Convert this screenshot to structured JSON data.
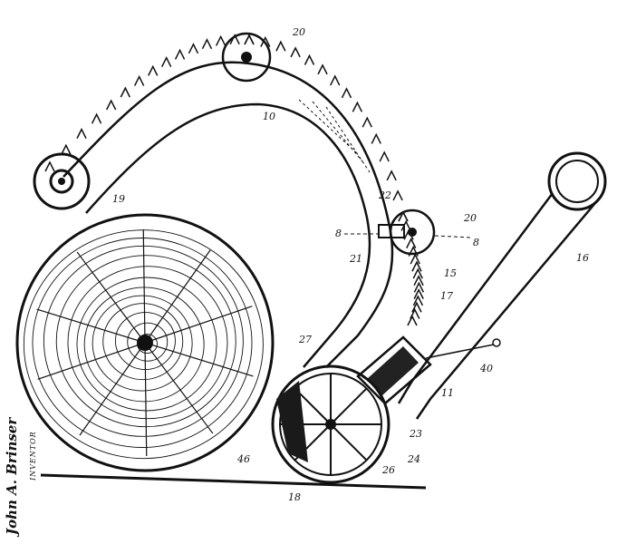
{
  "figure": {
    "labels": [
      {
        "id": "20a",
        "text": "20"
      },
      {
        "id": "10",
        "text": "10"
      },
      {
        "id": "19",
        "text": "19"
      },
      {
        "id": "22",
        "text": "22"
      },
      {
        "id": "20b",
        "text": "20"
      },
      {
        "id": "8a",
        "text": "8"
      },
      {
        "id": "8b",
        "text": "8"
      },
      {
        "id": "21",
        "text": "21"
      },
      {
        "id": "16",
        "text": "16"
      },
      {
        "id": "15",
        "text": "15"
      },
      {
        "id": "17",
        "text": "17"
      },
      {
        "id": "27",
        "text": "27"
      },
      {
        "id": "40",
        "text": "40"
      },
      {
        "id": "11",
        "text": "11"
      },
      {
        "id": "23",
        "text": "23"
      },
      {
        "id": "24",
        "text": "24"
      },
      {
        "id": "26",
        "text": "26"
      },
      {
        "id": "18",
        "text": "18"
      },
      {
        "id": "46",
        "text": "46"
      }
    ],
    "signature": {
      "caption": "INVENTOR",
      "name": "John A. Brinser"
    }
  }
}
